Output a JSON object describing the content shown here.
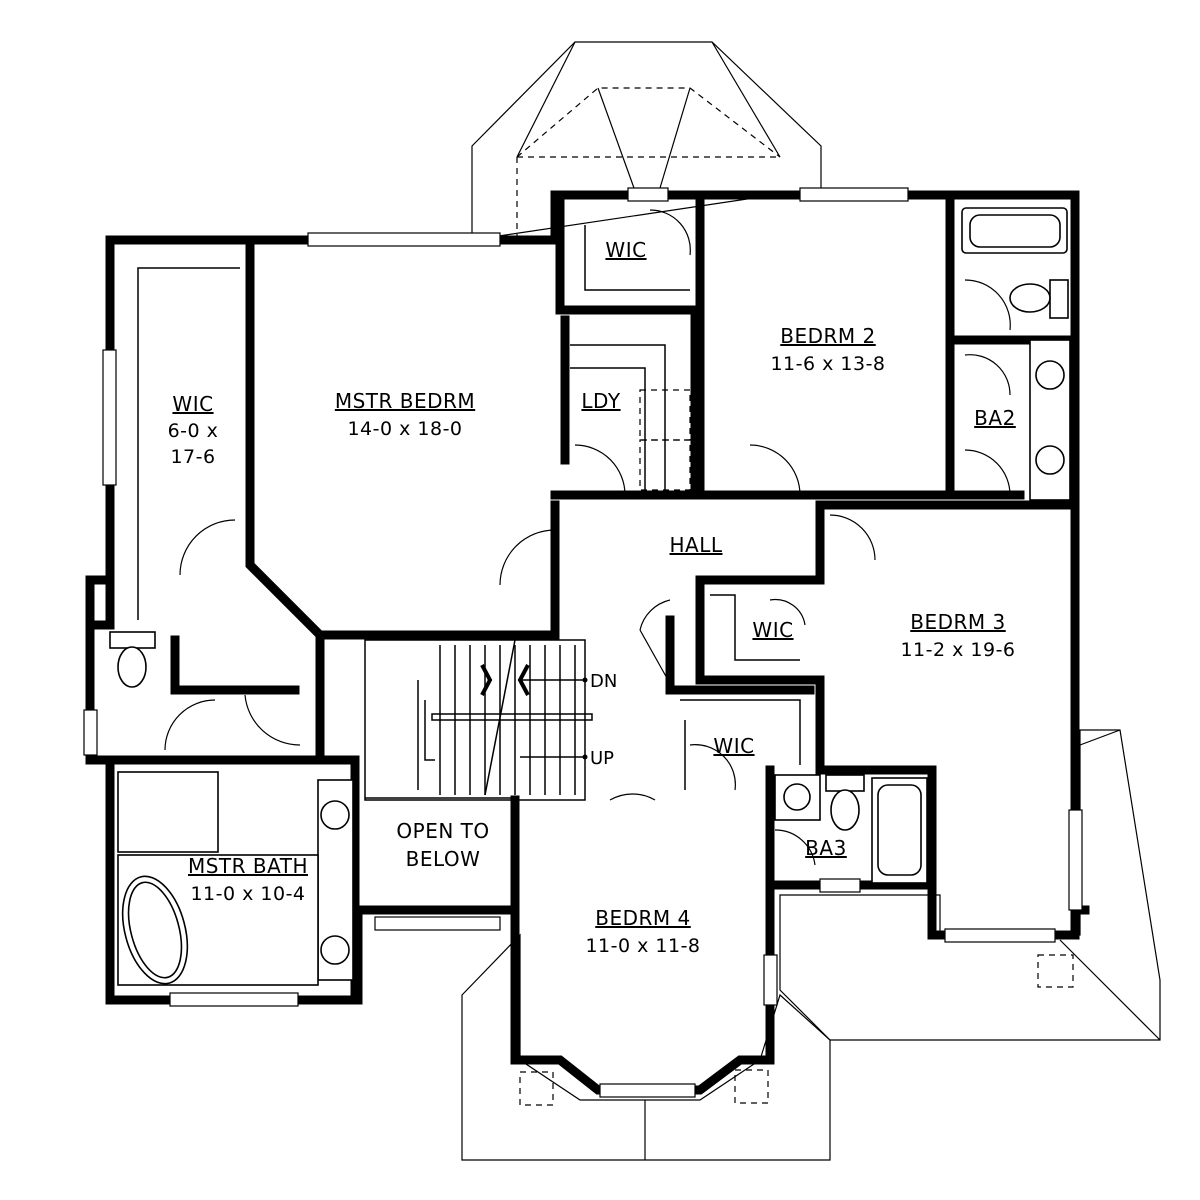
{
  "rooms": {
    "wic_left": {
      "name": "WIC",
      "dims_line1": "6-0 x",
      "dims_line2": "17-6"
    },
    "master_bedroom": {
      "name": "MSTR BEDRM",
      "dims": "14-0 x 18-0"
    },
    "wic_top": {
      "name": "WIC"
    },
    "bedroom_2": {
      "name": "BEDRM 2",
      "dims": "11-6 x 13-8"
    },
    "laundry": {
      "name": "LDY"
    },
    "bath_2": {
      "name": "BA2"
    },
    "hall": {
      "name": "HALL"
    },
    "wic_bedroom_3": {
      "name": "WIC"
    },
    "bedroom_3": {
      "name": "BEDRM 3",
      "dims": "11-2 x 19-6"
    },
    "wic_bedroom_4": {
      "name": "WIC"
    },
    "bath_3": {
      "name": "BA3"
    },
    "master_bath": {
      "name": "MSTR BATH",
      "dims": "11-0 x 10-4"
    },
    "open_to_below": {
      "line1": "OPEN TO",
      "line2": "BELOW"
    },
    "bedroom_4": {
      "name": "BEDRM 4",
      "dims": "11-0 x 11-8"
    }
  },
  "stairs": {
    "down_label": "DN",
    "up_label": "UP"
  }
}
